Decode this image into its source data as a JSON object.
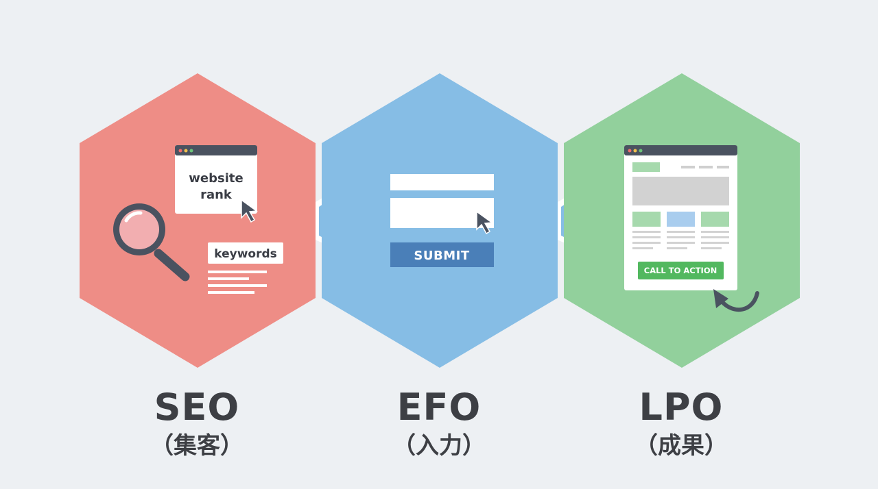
{
  "stages": [
    {
      "id": "seo",
      "acronym": "SEO",
      "subtitle": "（集客）",
      "color": "#ee8d86"
    },
    {
      "id": "efo",
      "acronym": "EFO",
      "subtitle": "（入力）",
      "color": "#86bde5"
    },
    {
      "id": "lpo",
      "acronym": "LPO",
      "subtitle": "（成果）",
      "color": "#92d09c"
    }
  ],
  "seo_illustration": {
    "browser_text_line1": "website",
    "browser_text_line2": "rank",
    "tag_text": "keywords",
    "icons": [
      "magnifier-icon",
      "cursor-icon"
    ]
  },
  "efo_illustration": {
    "submit_label": "SUBMIT",
    "submit_color": "#4a7fb8",
    "icons": [
      "cursor-icon"
    ]
  },
  "lpo_illustration": {
    "cta_label": "CALL TO ACTION",
    "cta_color": "#52b85f",
    "icons": [
      "curved-arrow-icon"
    ]
  },
  "colors": {
    "background": "#edf0f3",
    "text": "#3d3f44",
    "icon_dark": "#4a5260"
  }
}
